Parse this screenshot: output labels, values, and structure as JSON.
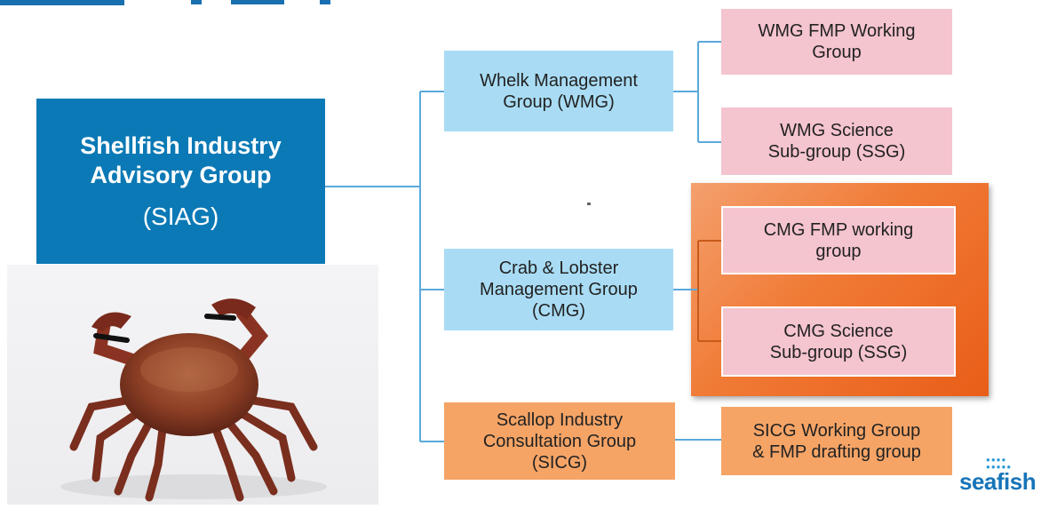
{
  "siag": {
    "line1": "Shellfish Industry",
    "line2": "Advisory Group",
    "abbr": "(SIAG)"
  },
  "groups": {
    "wmg": "Whelk Management\nGroup (WMG)",
    "cmg": "Crab & Lobster\nManagement Group\n(CMG)",
    "sicg": "Scallop Industry\nConsultation Group\n(SICG)"
  },
  "subgroups": {
    "wmg_fmp": "WMG FMP Working\nGroup",
    "wmg_ssg": "WMG Science\nSub-group (SSG)",
    "cmg_fmp": "CMG FMP working\ngroup",
    "cmg_ssg": "CMG Science\nSub-group (SSG)",
    "sicg_wg": "SICG Working Group\n& FMP drafting group"
  },
  "logo": {
    "text": "seafish"
  },
  "colors": {
    "siag": "#0b79b5",
    "blue": "#a9dcf4",
    "pink": "#f4c4cf",
    "orange": "#f5a466",
    "line": "#5aa9dc"
  }
}
